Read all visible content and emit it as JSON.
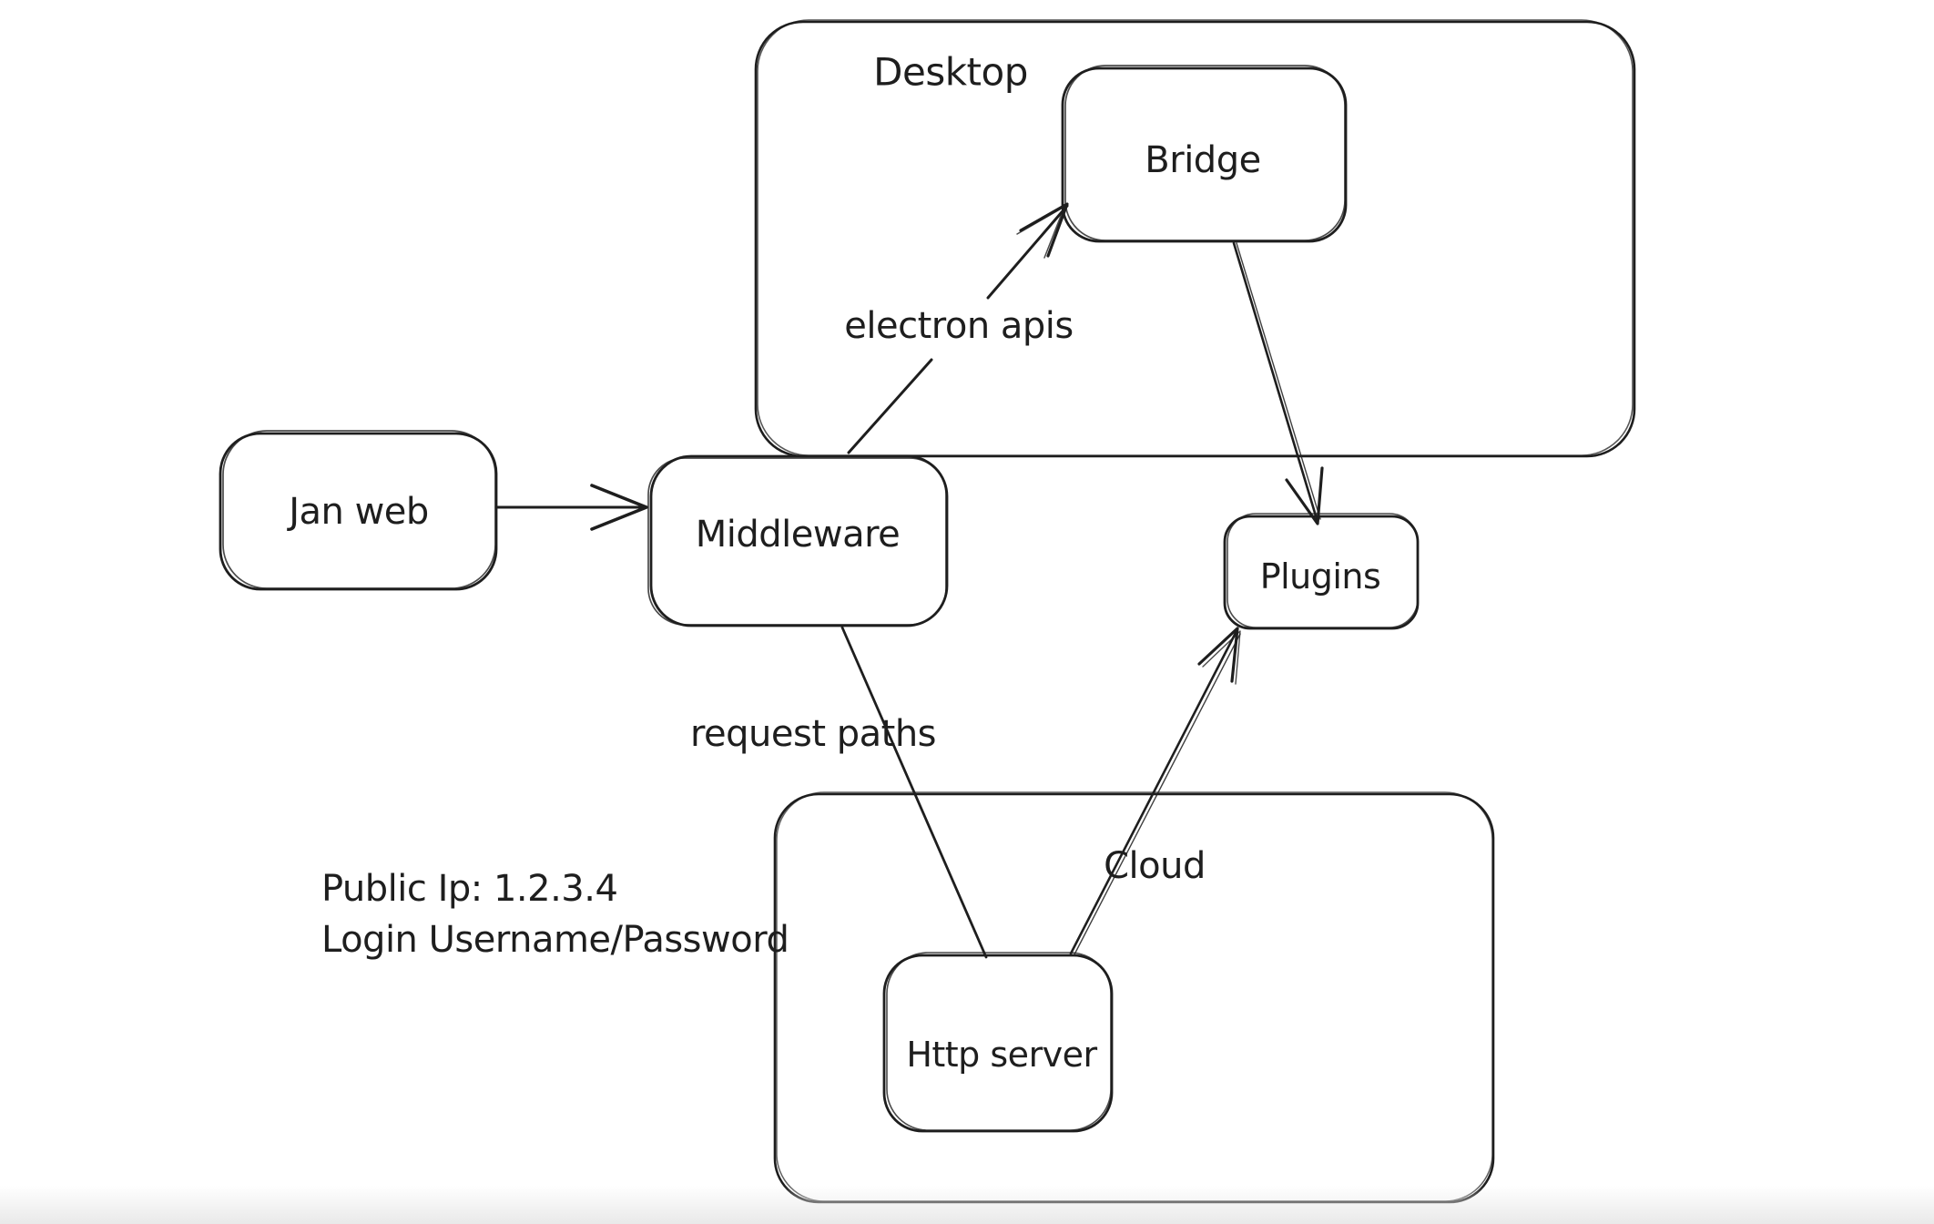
{
  "app": {
    "type": "whiteboard-diagram",
    "background": "#ffffff",
    "stroke_color": "#1e1e1e"
  },
  "containers": {
    "desktop": {
      "label": "Desktop"
    },
    "cloud": {
      "label": "Cloud"
    }
  },
  "nodes": {
    "jan_web": {
      "label": "Jan web"
    },
    "middleware": {
      "label": "Middleware"
    },
    "bridge": {
      "label": "Bridge"
    },
    "plugins": {
      "label": "Plugins"
    },
    "http_server": {
      "label": "Http server"
    }
  },
  "edges": {
    "jan_web_to_middleware": {
      "from": "Jan web",
      "to": "Middleware",
      "label": "",
      "arrowhead": "open"
    },
    "middleware_to_bridge": {
      "from": "Middleware",
      "to": "Bridge",
      "label": "electron apis",
      "arrowhead": "open"
    },
    "bridge_to_plugins": {
      "from": "Bridge",
      "to": "Plugins",
      "label": "",
      "arrowhead": "open"
    },
    "middleware_to_http_server": {
      "from": "Middleware",
      "to": "Http server",
      "label": "request paths",
      "arrowhead": "none"
    },
    "http_server_to_plugins": {
      "from": "Http server",
      "to": "Plugins",
      "label": "",
      "arrowhead": "open"
    }
  },
  "notes": {
    "public_ip": "Public Ip: 1.2.3.4",
    "login": "Login Username/Password"
  }
}
